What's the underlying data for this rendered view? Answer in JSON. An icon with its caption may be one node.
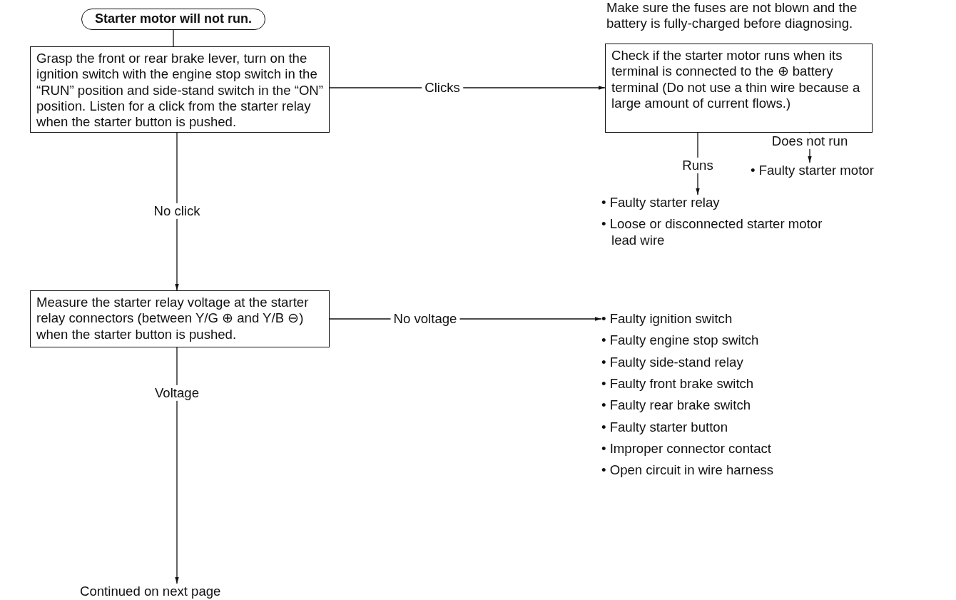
{
  "diagram": {
    "nodes": [
      {
        "text": [
          "Starter motor will not run."
        ]
      },
      {
        "text": [
          "Grasp the front or rear brake lever, turn on the ignition switch with the engine stop switch in the “RUN” position and side-stand switch in the “ON” position. Listen for a click from the starter relay when the starter button is pushed."
        ]
      },
      {
        "text": [
          "Check if the starter motor runs when its terminal is connected to the ⊕ battery terminal (Do not use a thin wire because a large amount of current flows.)"
        ]
      },
      {
        "text": [
          "• Faulty starter motor"
        ]
      },
      {
        "text": [
          "• Faulty starter relay",
          "• Loose or disconnected starter motor lead wire"
        ]
      },
      {
        "text": [
          "Measure the starter relay voltage at the starter relay connectors (between Y/G ⊕ and Y/B ⊖) when the starter button is pushed."
        ]
      },
      {
        "text": [
          "• Faulty ignition switch",
          "• Faulty engine stop switch",
          "• Faulty side-stand relay",
          "• Faulty front brake switch",
          "• Faulty rear brake switch",
          "• Faulty starter button",
          "• Improper connector contact",
          "• Open circuit in wire harness"
        ]
      },
      {
        "text": [
          "Continued on next page"
        ]
      }
    ],
    "edges": [
      {
        "from": 0,
        "to": 1,
        "arrow": "none"
      },
      {
        "from": 1,
        "to": 2,
        "arrow": "to",
        "label": "Clicks"
      },
      {
        "from": 2,
        "to": 4,
        "arrow": "to",
        "label": "Runs"
      },
      {
        "from": 2,
        "to": 3,
        "arrow": "to",
        "label": "Does not run"
      },
      {
        "from": 1,
        "to": 5,
        "arrow": "to",
        "label": "No click"
      },
      {
        "from": 5,
        "to": 6,
        "arrow": "to",
        "label": "No voltage"
      },
      {
        "from": 5,
        "to": 7,
        "arrow": "to",
        "label": "Voltage"
      }
    ],
    "labels": [
      "Make sure the fuses are not blown and the battery is fully-charged before diagnosing."
    ]
  }
}
